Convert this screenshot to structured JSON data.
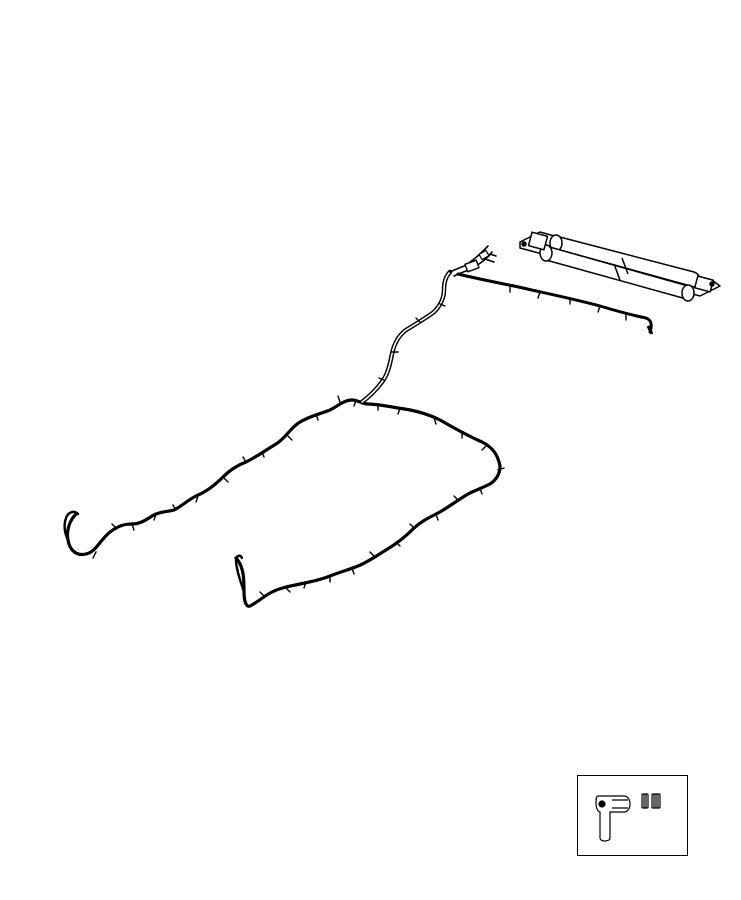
{
  "diagram": {
    "type": "parts-illustration",
    "parts": [
      {
        "id": "tube-harness",
        "name": "harness-tube"
      },
      {
        "id": "canister-assembly",
        "name": "canister-assembly"
      },
      {
        "id": "connector-detail",
        "name": "connector-inset"
      }
    ],
    "colors": {
      "line": "#000000",
      "background": "#ffffff",
      "tube_fill": "#ffffff"
    }
  }
}
